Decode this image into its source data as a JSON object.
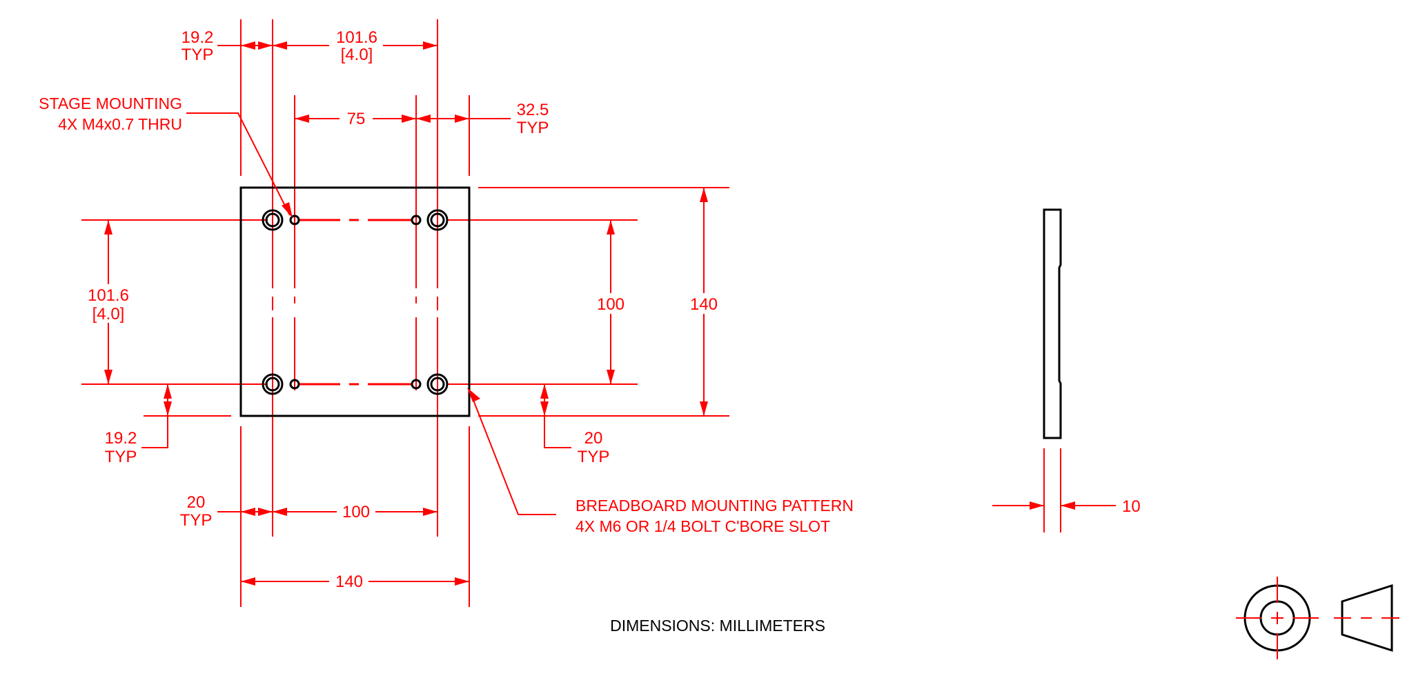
{
  "drawing": {
    "units_note": "DIMENSIONS:  MILLIMETERS",
    "colors": {
      "dimension": "#ff0000",
      "geometry": "#000000",
      "background": "#ffffff"
    },
    "top_view": {
      "plate_width": 140,
      "plate_height": 140,
      "dimensions": {
        "top_edge_offset": {
          "value": "19.2",
          "qualifier": "TYP"
        },
        "top_bolt_spacing": {
          "value": "101.6",
          "alt": "[4.0]"
        },
        "stage_hole_spacing": {
          "value": "75"
        },
        "stage_edge_offset": {
          "value": "32.5",
          "qualifier": "TYP"
        },
        "left_bolt_spacing": {
          "value": "101.6",
          "alt": "[4.0]"
        },
        "left_edge_offset": {
          "value": "19.2",
          "qualifier": "TYP"
        },
        "right_hole_spacing": {
          "value": "100"
        },
        "right_overall": {
          "value": "140"
        },
        "right_edge_offset": {
          "value": "20",
          "qualifier": "TYP"
        },
        "bottom_edge_offset": {
          "value": "20",
          "qualifier": "TYP"
        },
        "bottom_hole_spacing": {
          "value": "100"
        },
        "bottom_overall": {
          "value": "140"
        }
      },
      "callouts": {
        "stage_mounting": {
          "line1": "STAGE MOUNTING",
          "line2": "4X M4x0.7 THRU"
        },
        "breadboard_mounting": {
          "line1": "BREADBOARD MOUNTING PATTERN",
          "line2": "4X M6 OR 1/4 BOLT C'BORE SLOT"
        }
      }
    },
    "side_view": {
      "thickness": {
        "value": "10"
      }
    },
    "projection_symbol": "third-angle-projection-icon"
  }
}
